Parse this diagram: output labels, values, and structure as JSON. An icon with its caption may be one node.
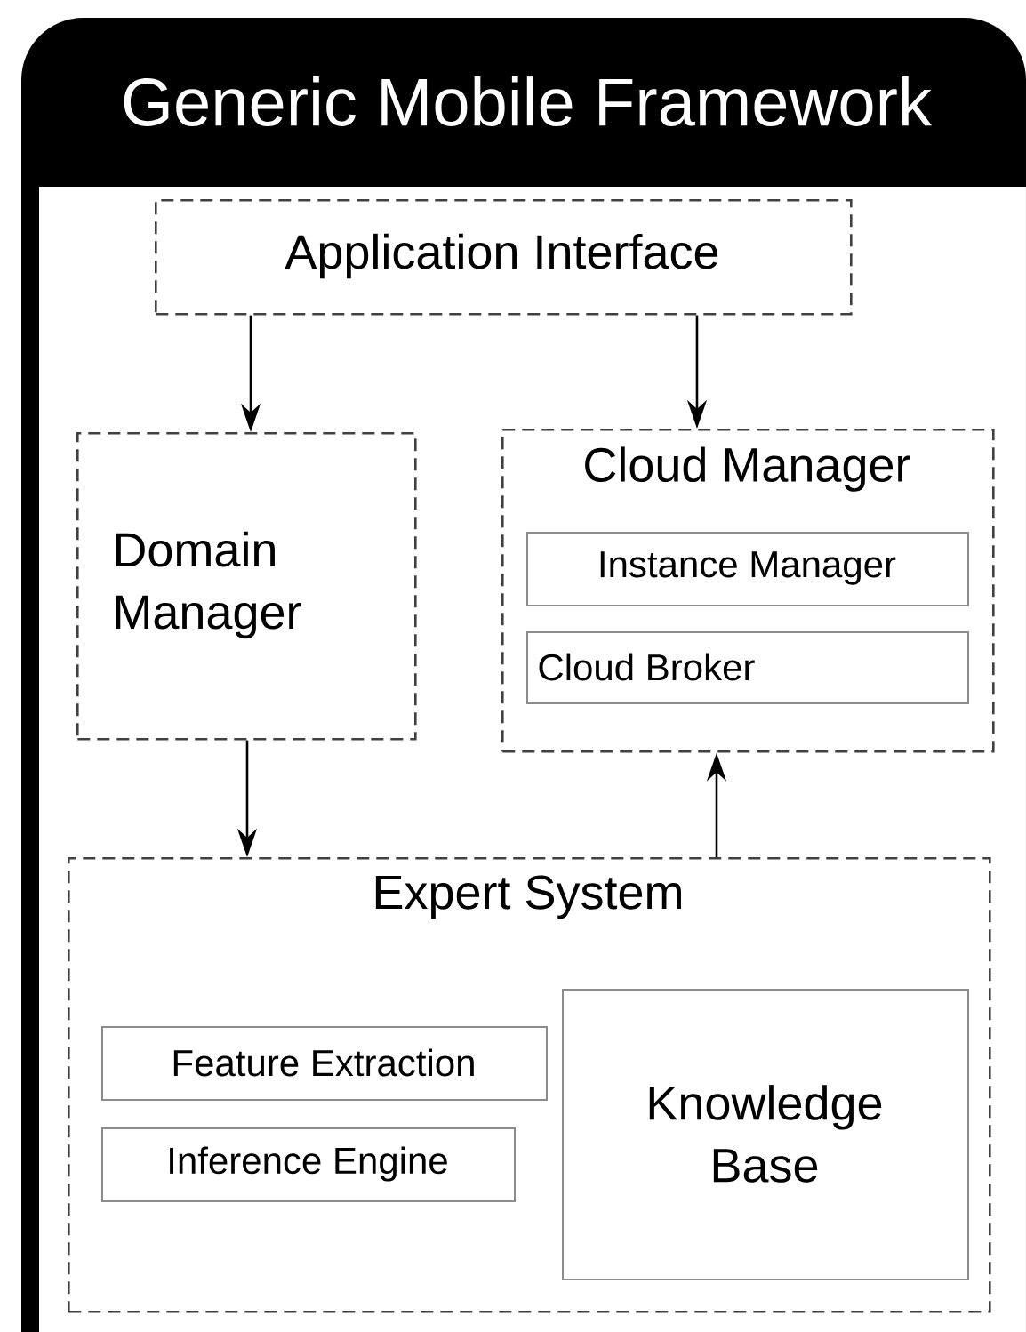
{
  "diagram": {
    "nodes": [
      {
        "text": [
          "Generic Mobile Framework"
        ]
      },
      {
        "text": [
          "Application Interface"
        ],
        "in": 0
      },
      {
        "text": [
          "Domain Manager"
        ],
        "in": 0
      },
      {
        "text": [
          "Cloud Manager"
        ],
        "in": 0
      },
      {
        "text": [
          "Instance Manager"
        ],
        "in": 3
      },
      {
        "text": [
          "Cloud Broker"
        ],
        "in": 3
      },
      {
        "text": [
          "Expert System"
        ],
        "in": 0
      },
      {
        "text": [
          "Feature Extraction"
        ],
        "in": 6
      },
      {
        "text": [
          "Inference Engine"
        ],
        "in": 6
      },
      {
        "text": [
          "Knowledge Base"
        ],
        "in": 6
      }
    ],
    "edges": [
      {
        "from": 1,
        "to": 2,
        "arrow": "to"
      },
      {
        "from": 1,
        "to": 3,
        "arrow": "to"
      },
      {
        "from": 2,
        "to": 6,
        "arrow": "to"
      },
      {
        "from": 6,
        "to": 3,
        "arrow": "to"
      }
    ]
  }
}
